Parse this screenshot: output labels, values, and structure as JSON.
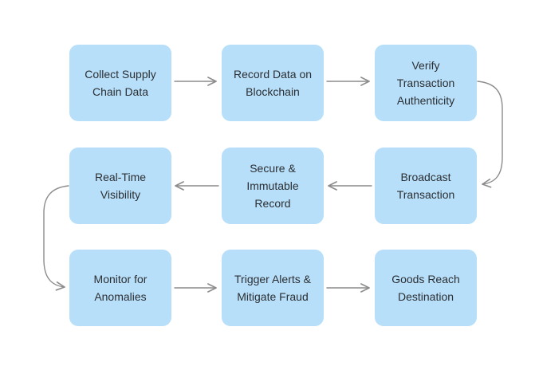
{
  "diagram": {
    "type": "flowchart",
    "nodes": [
      {
        "id": "collect",
        "label": "Collect Supply Chain Data",
        "row": 1,
        "col": 1
      },
      {
        "id": "record",
        "label": "Record Data on Blockchain",
        "row": 1,
        "col": 2
      },
      {
        "id": "verify",
        "label": "Verify Transaction Authenticity",
        "row": 1,
        "col": 3
      },
      {
        "id": "realtime",
        "label": "Real-Time Visibility",
        "row": 2,
        "col": 1
      },
      {
        "id": "secure",
        "label": "Secure & Immutable Record",
        "row": 2,
        "col": 2
      },
      {
        "id": "broadcast",
        "label": "Broadcast Transaction",
        "row": 2,
        "col": 3
      },
      {
        "id": "monitor",
        "label": "Monitor for Anomalies",
        "row": 3,
        "col": 1
      },
      {
        "id": "trigger",
        "label": "Trigger Alerts & Mitigate Fraud",
        "row": 3,
        "col": 2
      },
      {
        "id": "goods",
        "label": "Goods Reach Destination",
        "row": 3,
        "col": 3
      }
    ],
    "edges": [
      {
        "from": "collect",
        "to": "record"
      },
      {
        "from": "record",
        "to": "verify"
      },
      {
        "from": "verify",
        "to": "broadcast"
      },
      {
        "from": "broadcast",
        "to": "secure"
      },
      {
        "from": "secure",
        "to": "realtime"
      },
      {
        "from": "realtime",
        "to": "monitor"
      },
      {
        "from": "monitor",
        "to": "trigger"
      },
      {
        "from": "trigger",
        "to": "goods"
      }
    ],
    "colors": {
      "background": "#ffffff",
      "node_fill": "#b8dff9",
      "text": "#2b2f33",
      "arrow": "#8c8c8c"
    }
  }
}
